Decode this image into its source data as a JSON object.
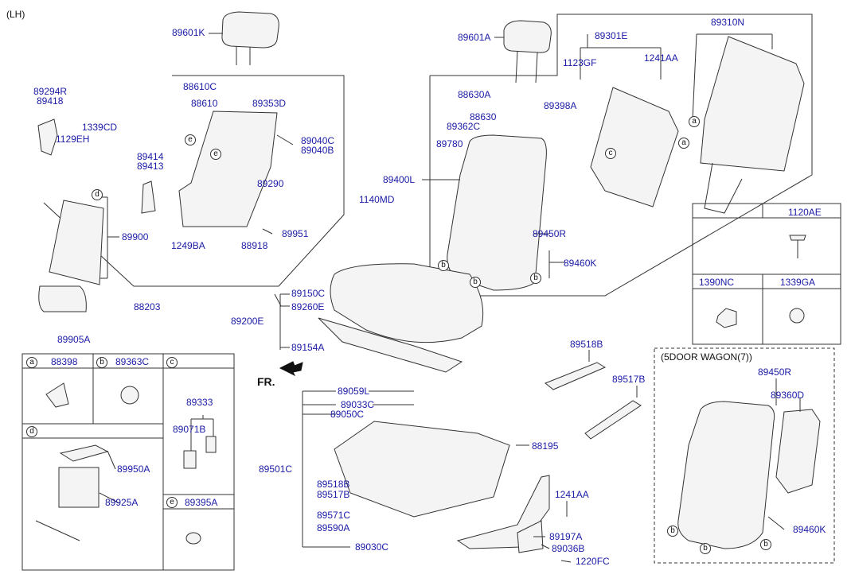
{
  "side_label": "(LH)",
  "fr_label": "FR.",
  "wagon_label": "(5DOOR WAGON(7))",
  "circle_letters": {
    "a": "a",
    "b": "b",
    "c": "c",
    "d": "d",
    "e": "e"
  },
  "parts": {
    "p89601K": "89601K",
    "p89294R": "89294R",
    "p89418": "89418",
    "p1339CD": "1339CD",
    "p1129EH": "1129EH",
    "p89414": "89414",
    "p89413": "89413",
    "p88610C": "88610C",
    "p88610": "88610",
    "p89353D": "89353D",
    "p89040C": "89040C",
    "p89040B": "89040B",
    "p89290": "89290",
    "p89900": "89900",
    "p1249BA": "1249BA",
    "p88918": "88918",
    "p89951": "89951",
    "p88203": "88203",
    "p89905A": "89905A",
    "p89601A": "89601A",
    "p88630A": "88630A",
    "p88630": "88630",
    "p89362C": "89362C",
    "p89780": "89780",
    "p89400L": "89400L",
    "p1140MD": "1140MD",
    "p89450R": "89450R",
    "p89460K": "89460K",
    "p89301E": "89301E",
    "p1123GF": "1123GF",
    "p1241AA": "1241AA",
    "p89398A": "89398A",
    "p89310N": "89310N",
    "p1120AE": "1120AE",
    "p1390NC": "1390NC",
    "p1339GA": "1339GA",
    "p89150C": "89150C",
    "p89260E": "89260E",
    "p89200E": "89200E",
    "p89154A": "89154A",
    "p89518B": "89518B",
    "p89517B": "89517B",
    "p89059L": "89059L",
    "p89033C": "89033C",
    "p89050C": "89050C",
    "p88195": "88195",
    "p89501C": "89501C",
    "p89518B_2": "89518B",
    "p89517B_2": "89517B",
    "p89571C": "89571C",
    "p89590A": "89590A",
    "p89030C": "89030C",
    "p1241AA_2": "1241AA",
    "p89197A": "89197A",
    "p89036B": "89036B",
    "p1220FC": "1220FC",
    "p89450R_2": "89450R",
    "p89360D": "89360D",
    "p89460K_2": "89460K",
    "p88398": "88398",
    "p89363C": "89363C",
    "p89333": "89333",
    "p89071B": "89071B",
    "p89950A": "89950A",
    "p89925A": "89925A",
    "p89395A": "89395A"
  }
}
